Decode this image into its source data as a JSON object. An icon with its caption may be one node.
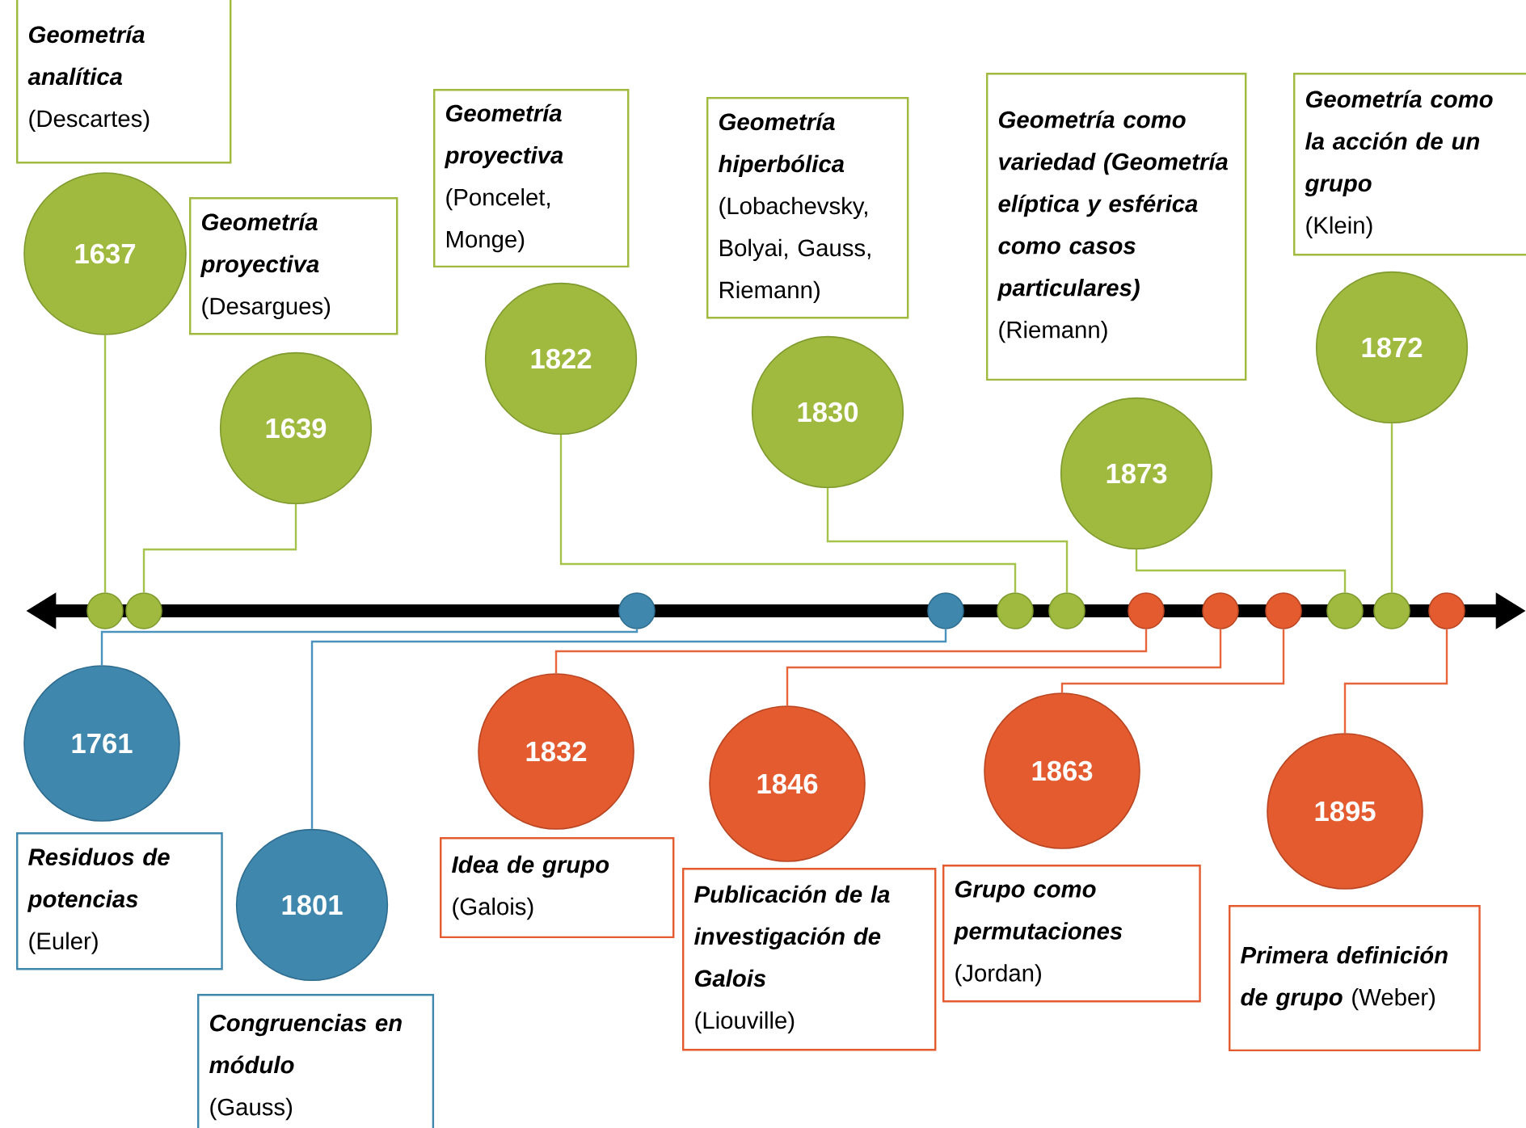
{
  "diagram": {
    "nodes": [
      {
        "text": [
          "Geometría analítica",
          "(Descartes)"
        ]
      },
      {
        "text": [
          "1637"
        ]
      },
      {
        "text": [
          "Geometría proyectiva",
          "(Desargues)"
        ]
      },
      {
        "text": [
          "1639"
        ]
      },
      {
        "text": [
          "Geometría proyectiva",
          "(Poncelet, Monge)"
        ]
      },
      {
        "text": [
          "1822"
        ]
      },
      {
        "text": [
          "Geometría hiperbólica",
          "(Lobachevsky, Bolyai, Gauss, Riemann)"
        ]
      },
      {
        "text": [
          "1830"
        ]
      },
      {
        "text": [
          "Geometría como variedad (Geometría elíptica y esférica como casos particulares)",
          "(Riemann)"
        ]
      },
      {
        "text": [
          "1873"
        ]
      },
      {
        "text": [
          "Geometría como la acción de un grupo",
          "(Klein)"
        ]
      },
      {
        "text": [
          "1872"
        ]
      },
      {
        "text": [
          "Residuos de potencias",
          "(Euler)"
        ]
      },
      {
        "text": [
          "1761"
        ]
      },
      {
        "text": [
          "Congruencias en módulo",
          "(Gauss)"
        ]
      },
      {
        "text": [
          "1801"
        ]
      },
      {
        "text": [
          "Idea de grupo",
          "(Galois)"
        ]
      },
      {
        "text": [
          "1832"
        ]
      },
      {
        "text": [
          "Publicación de la investigación de Galois",
          "(Liouville)"
        ]
      },
      {
        "text": [
          "1846"
        ]
      },
      {
        "text": [
          "Grupo como permutaciones",
          "(Jordan)"
        ]
      },
      {
        "text": [
          "1863"
        ]
      },
      {
        "text": [
          "Primera definición de grupo",
          "(Weber)"
        ]
      },
      {
        "text": [
          "1895"
        ]
      },
      {
        "text": [],
        "shape": "circle"
      },
      {
        "text": [],
        "shape": "circle"
      },
      {
        "text": [],
        "shape": "circle"
      },
      {
        "text": [],
        "shape": "circle"
      },
      {
        "text": [],
        "shape": "circle"
      },
      {
        "text": [],
        "shape": "circle"
      },
      {
        "text": [],
        "shape": "circle"
      },
      {
        "text": [],
        "shape": "circle"
      },
      {
        "text": [],
        "shape": "circle"
      },
      {
        "text": [],
        "shape": "circle"
      },
      {
        "text": [],
        "shape": "circle"
      },
      {
        "text": [],
        "shape": "circle"
      }
    ],
    "edges": [
      {
        "from": 1,
        "to": 24,
        "arrow": "none",
        "color": "#a5c24a"
      },
      {
        "from": 3,
        "to": 25,
        "arrow": "none",
        "color": "#a5c24a"
      },
      {
        "from": 5,
        "to": 28,
        "arrow": "none",
        "color": "#a5c24a"
      },
      {
        "from": 7,
        "to": 29,
        "arrow": "none",
        "color": "#a5c24a"
      },
      {
        "from": 9,
        "to": 33,
        "arrow": "none",
        "color": "#a5c24a"
      },
      {
        "from": 11,
        "to": 34,
        "arrow": "none",
        "color": "#a5c24a"
      },
      {
        "from": 13,
        "to": 26,
        "arrow": "none",
        "color": "#4a93bd"
      },
      {
        "from": 15,
        "to": 27,
        "arrow": "none",
        "color": "#4a93bd"
      },
      {
        "from": 17,
        "to": 30,
        "arrow": "none",
        "color": "#e8643a"
      },
      {
        "from": 19,
        "to": 31,
        "arrow": "none",
        "color": "#e8643a"
      },
      {
        "from": 21,
        "to": 32,
        "arrow": "none",
        "color": "#e8643a"
      },
      {
        "from": 23,
        "to": 35,
        "arrow": "none",
        "color": "#e8643a"
      }
    ]
  }
}
